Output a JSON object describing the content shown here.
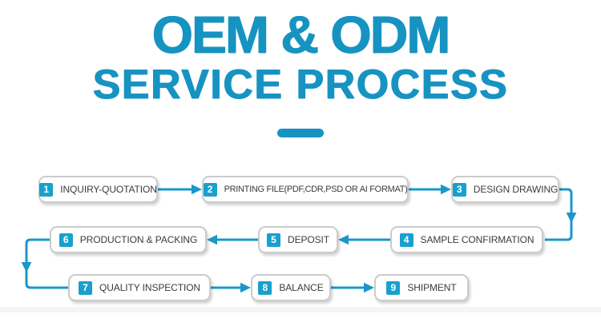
{
  "header": {
    "title_line1": "OEM & ODM",
    "title_line2": "SERVICE PROCESS"
  },
  "colors": {
    "title_blue": "#1793c1",
    "arrow_blue": "#1a97c9",
    "badge_blue": "#18a0ce",
    "box_border": "#cbcbcb",
    "label_text": "#3b3b3b"
  },
  "flow": {
    "steps": [
      {
        "number": "1",
        "label": "INQUIRY-QUOTATION"
      },
      {
        "number": "2",
        "label": "PRINTING FILE(PDF,CDR,PSD OR AI FORMAT)"
      },
      {
        "number": "3",
        "label": "DESIGN DRAWING"
      },
      {
        "number": "4",
        "label": "SAMPLE CONFIRMATION"
      },
      {
        "number": "5",
        "label": "DEPOSIT"
      },
      {
        "number": "6",
        "label": "PRODUCTION & PACKING"
      },
      {
        "number": "7",
        "label": "QUALITY INSPECTION"
      },
      {
        "number": "8",
        "label": "BALANCE"
      },
      {
        "number": "9",
        "label": "SHIPMENT"
      }
    ]
  }
}
